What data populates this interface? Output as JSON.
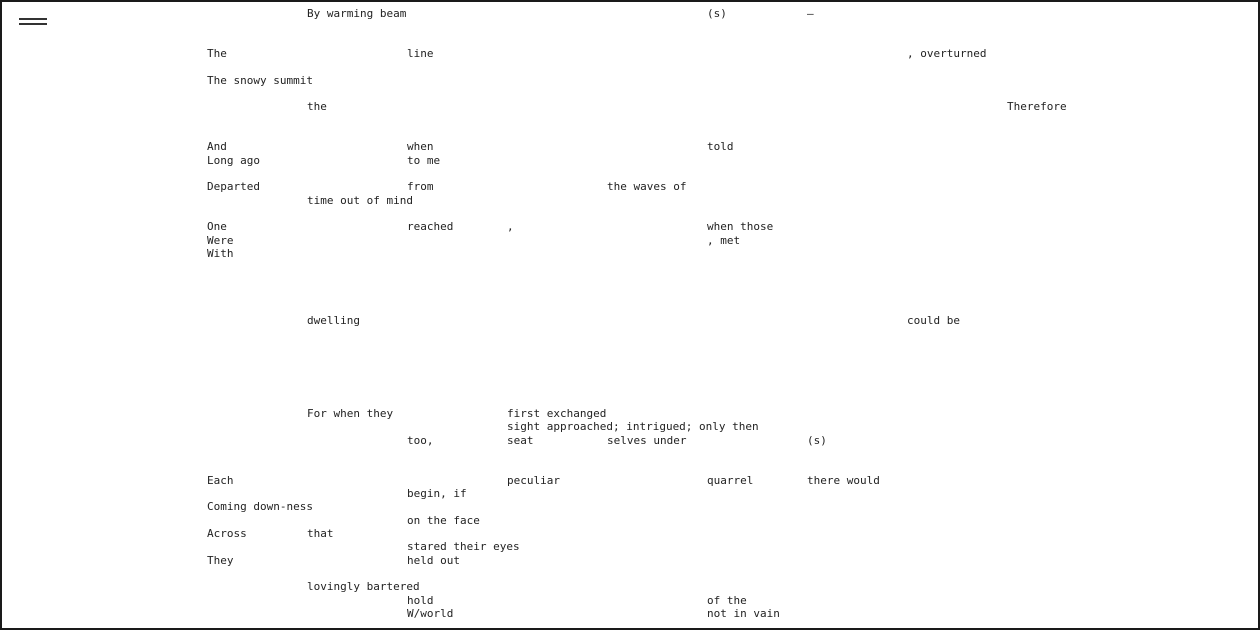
{
  "words": [
    "By warming beam",
    "(s)",
    "–",
    "The",
    "line",
    ", overturned",
    "The snowy summit",
    "the",
    "Therefore",
    "And",
    "when",
    "told",
    "Long ago",
    "to me",
    "Departed",
    "from",
    "the waves of",
    "time out of mind",
    "One",
    "reached",
    ",",
    "when those",
    "Were",
    ", met",
    "With",
    "dwelling",
    "could be",
    "For when they",
    "first exchanged",
    "sight approached; intrigued; only then",
    "too,",
    "seat",
    "selves under",
    "(s)",
    "Each",
    "peculiar",
    "quarrel",
    "there would",
    "begin, if",
    "Coming down-ness",
    "on the face",
    "Across",
    "that",
    "stared their eyes",
    "They",
    "held out",
    "lovingly bartered",
    "hold",
    "of the",
    "W/world",
    "not in vain"
  ]
}
